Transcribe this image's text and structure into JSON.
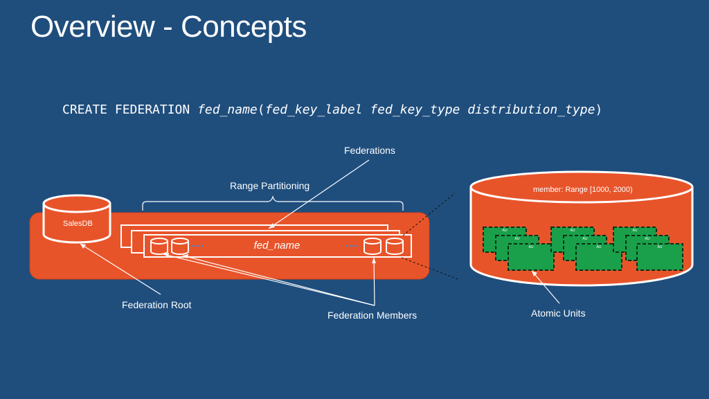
{
  "title": "Overview - Concepts",
  "code": {
    "keyword": "CREATE FEDERATION ",
    "fed_name": "fed_name",
    "open_paren": "(",
    "args": "fed_key_label fed_key_type distribution_type",
    "close_paren": ")"
  },
  "labels": {
    "federations": "Federations",
    "range_partitioning": "Range Partitioning",
    "salesdb": "SalesDB",
    "fed_name": "fed_name",
    "federation_root": "Federation Root",
    "federation_members": "Federation Members",
    "member_range": "member: Range [1000, 2000)",
    "atomic_units": "Atomic Units",
    "au": "AU"
  },
  "colors": {
    "background": "#1f4e7d",
    "orange": "#e8542a",
    "green": "#1aa04a"
  }
}
